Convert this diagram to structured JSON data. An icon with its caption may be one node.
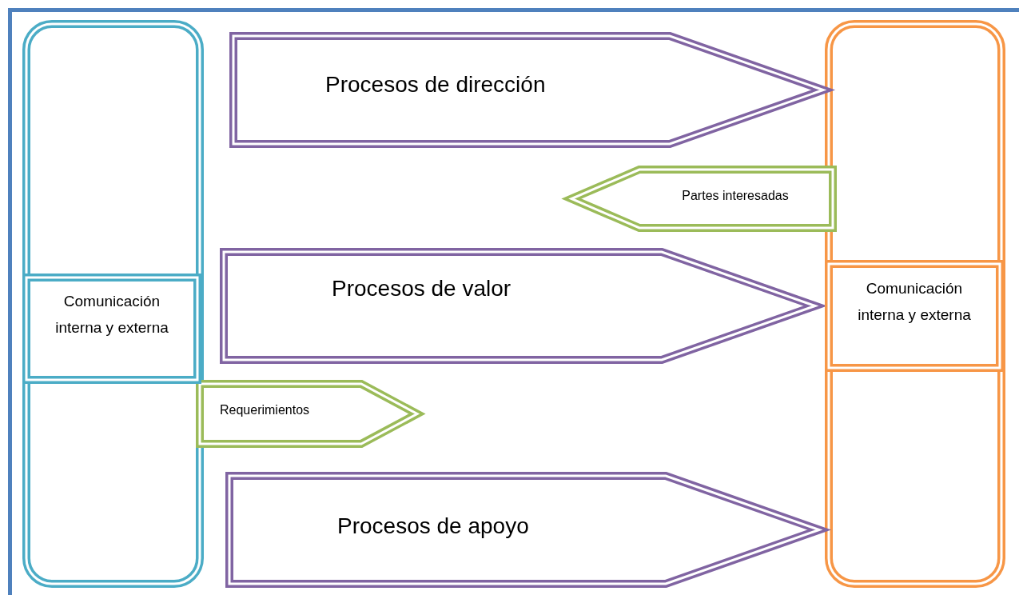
{
  "diagram": {
    "nodes": [
      {
        "text": [],
        "shape": "box"
      },
      {
        "text": [
          "Comunicación interna y externa"
        ],
        "in": 0
      },
      {
        "text": [
          "Procesos de dirección"
        ]
      },
      {
        "text": [],
        "shape": "box"
      },
      {
        "text": [
          "Comunicación interna y externa"
        ],
        "in": 3
      },
      {
        "text": [
          "Partes interesadas"
        ]
      },
      {
        "text": [
          "Procesos de valor"
        ]
      },
      {
        "text": [
          "Requerimientos"
        ]
      },
      {
        "text": [
          "Procesos de apoyo"
        ]
      }
    ],
    "edges": []
  }
}
